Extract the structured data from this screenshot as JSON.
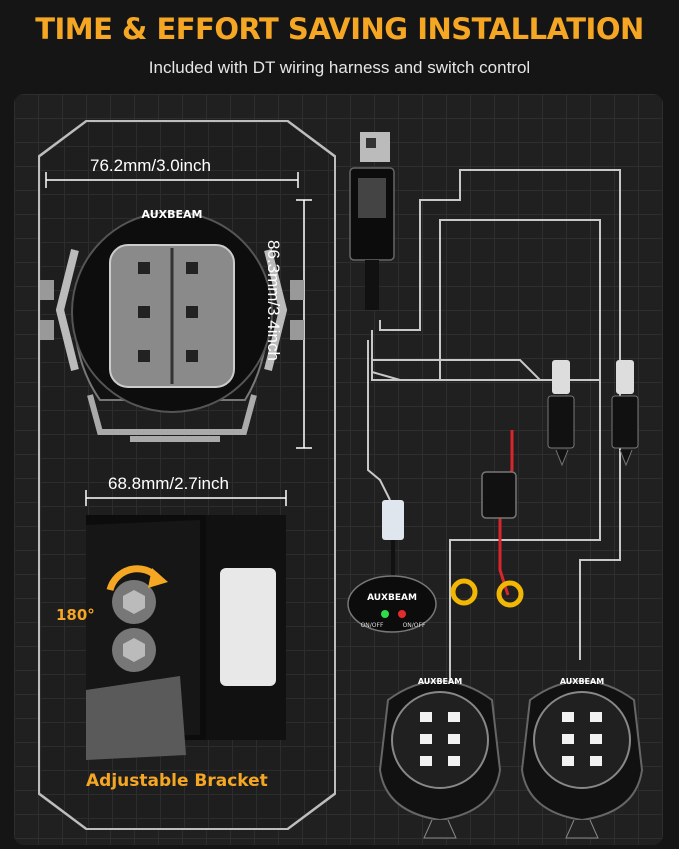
{
  "header": {
    "title": "TIME & EFFORT SAVING INSTALLATION",
    "subtitle": "Included with DT wiring harness and switch control"
  },
  "dimensions": {
    "width": "76.2mm/3.0inch",
    "height": "86.3mm/3.4inch",
    "depth": "68.8mm/2.7inch"
  },
  "bracket": {
    "rotation": "180°",
    "label": "Adjustable Bracket"
  },
  "switch": {
    "brand": "AUXBEAM",
    "left_label": "ON/OFF",
    "right_label": "ON/OFF"
  },
  "light": {
    "brand": "AUXBEAM"
  },
  "colors": {
    "accent": "#f5a623",
    "wire_red": "#d9262c",
    "ring_yellow": "#f2b705"
  }
}
